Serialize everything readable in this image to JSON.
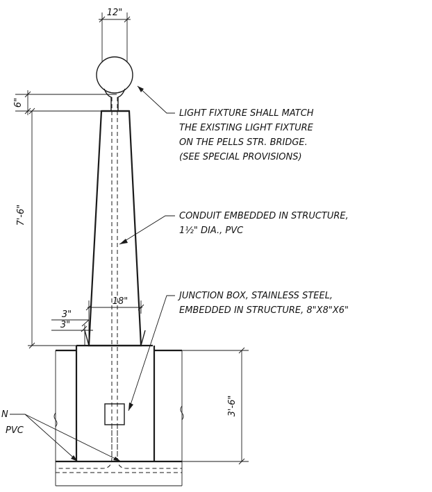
{
  "dimensions": {
    "fixture_width": "12\"",
    "fixture_gap": "6\"",
    "column_height": "7'-6\"",
    "column_base_width": "18\"",
    "chamfer_a": "3\"",
    "chamfer_b": "3\"",
    "footing_depth": "3'-6\""
  },
  "notes": {
    "light_fixture": [
      "LIGHT FIXTURE SHALL MATCH",
      "THE EXISTING LIGHT FIXTURE",
      "ON THE PELLS STR. BRIDGE.",
      "(SEE SPECIAL PROVISIONS)"
    ],
    "conduit": [
      "CONDUIT EMBEDDED IN STRUCTURE,",
      "1½\" DIA., PVC"
    ],
    "junction_box": [
      "JUNCTION BOX, STAINLESS STEEL,",
      "EMBEDDED IN STRUCTURE, 8\"X8\"X6\""
    ],
    "left_cutoff_line1": "N",
    "left_cutoff_line2": "PVC"
  }
}
